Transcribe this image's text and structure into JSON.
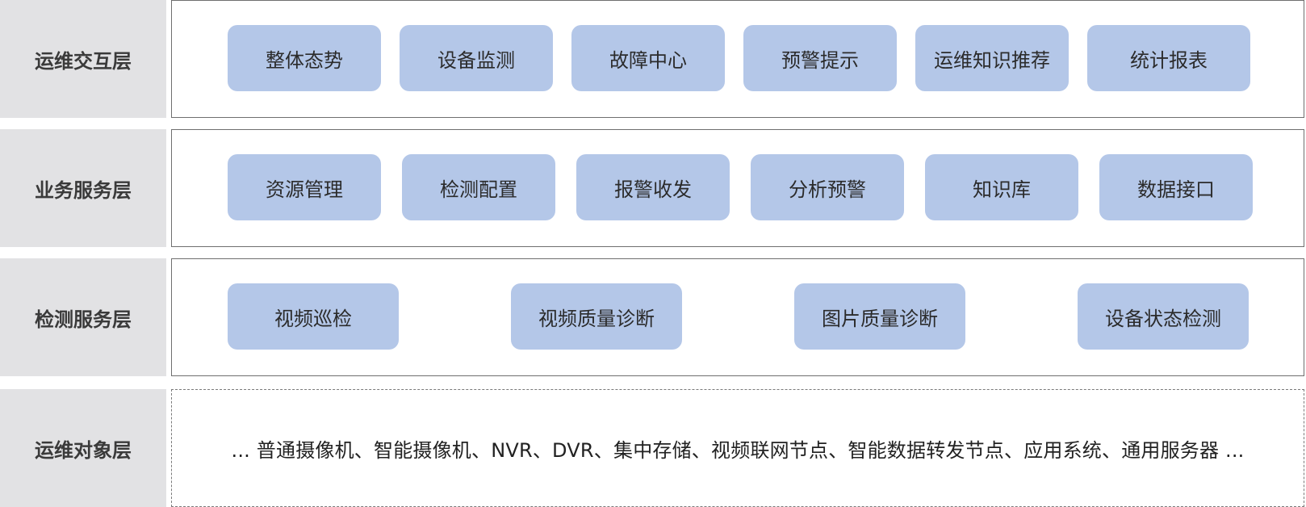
{
  "layers": [
    {
      "label": "运维交互层",
      "modules": [
        "整体态势",
        "设备监测",
        "故障中心",
        "预警提示",
        "运维知识推荐",
        "统计报表"
      ]
    },
    {
      "label": "业务服务层",
      "modules": [
        "资源管理",
        "检测配置",
        "报警收发",
        "分析预警",
        "知识库",
        "数据接口"
      ]
    },
    {
      "label": "检测服务层",
      "modules": [
        "视频巡检",
        "视频质量诊断",
        "图片质量诊断",
        "设备状态检测"
      ]
    },
    {
      "label": "运维对象层",
      "objects_text": "... 普通摄像机、智能摄像机、NVR、DVR、集中存储、视频联网节点、智能数据转发节点、应用系统、通用服务器 ..."
    }
  ],
  "colors": {
    "label_bg": "#e2e2e4",
    "module_bg": "#b4c7e8",
    "panel_border": "#6f6f6f"
  }
}
